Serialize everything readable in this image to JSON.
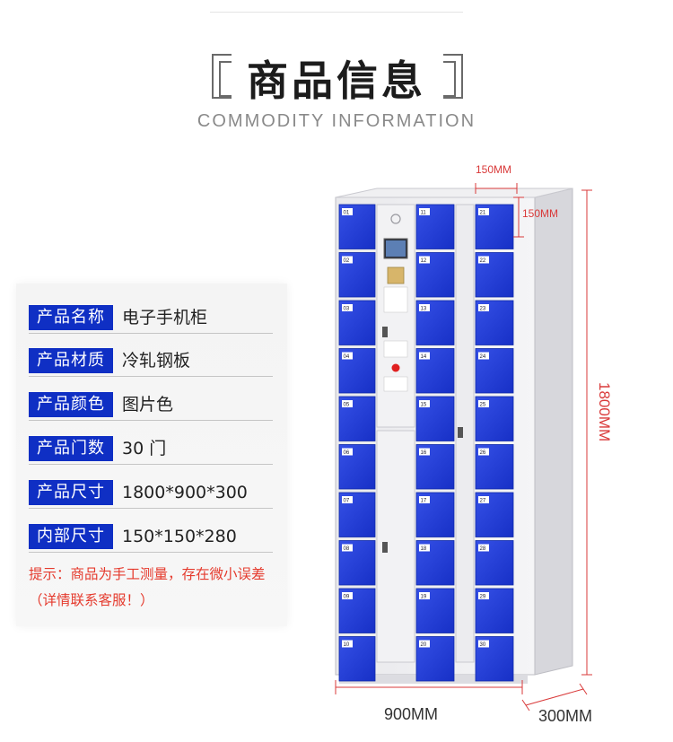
{
  "header": {
    "title": "商品信息",
    "subtitle": "COMMODITY INFORMATION"
  },
  "specs": [
    {
      "label": "产品名称",
      "value": "电子手机柜"
    },
    {
      "label": "产品材质",
      "value": "冷轧钢板"
    },
    {
      "label": "产品颜色",
      "value": "图片色"
    },
    {
      "label": "产品门数",
      "value": "30 门"
    },
    {
      "label": "产品尺寸",
      "value": "1800*900*300"
    },
    {
      "label": "内部尺寸",
      "value": "150*150*280"
    }
  ],
  "note": "提示：商品为手工测量，存在微小误差（详情联系客服！）",
  "dimensions": {
    "door_width": "150MM",
    "door_height": "150MM",
    "total_height": "1800MM",
    "total_width": "900MM",
    "total_depth": "300MM"
  },
  "lockers": {
    "left": [
      "01",
      "02",
      "03",
      "04",
      "05",
      "06",
      "07",
      "08",
      "09",
      "10"
    ],
    "middle": [
      "11",
      "12",
      "13",
      "14",
      "15",
      "16",
      "17",
      "18",
      "19",
      "20"
    ],
    "right": [
      "21",
      "22",
      "23",
      "24",
      "25",
      "26",
      "27",
      "28",
      "29",
      "30"
    ]
  },
  "colors": {
    "label_bg": "#0f2fc4",
    "door_blue": "#1d3ad9",
    "dimension_red": "#d93a3a",
    "note_red": "#e53b2e"
  }
}
